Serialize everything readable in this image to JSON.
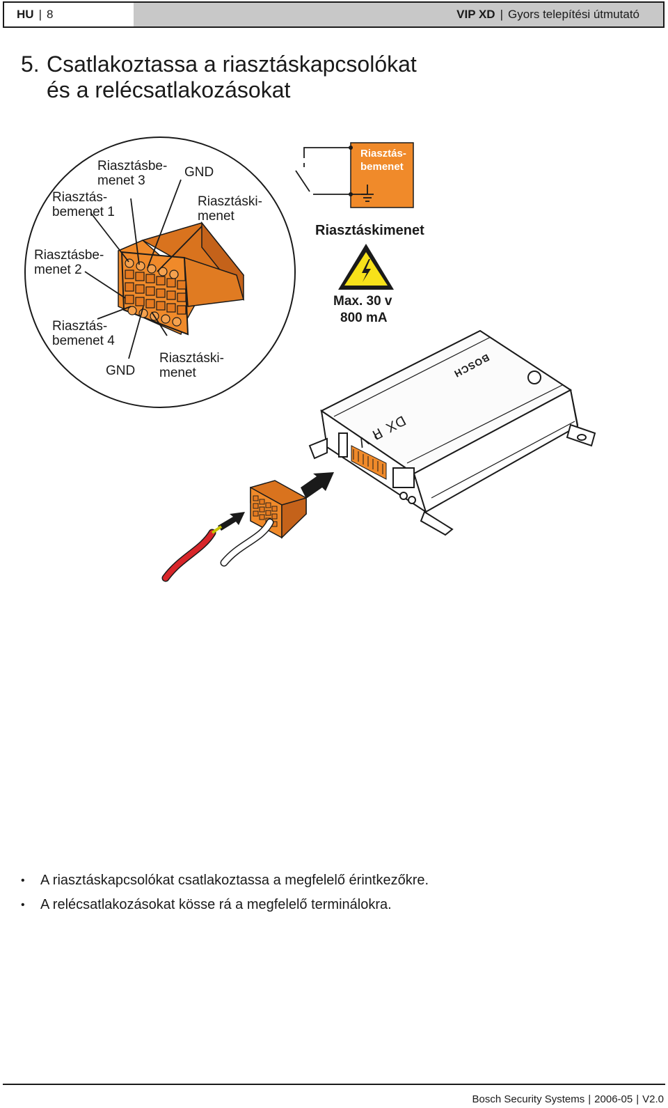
{
  "header": {
    "lang": "HU",
    "page": "8",
    "product": "VIP XD",
    "doc_title": "Gyors telepítési útmutató"
  },
  "section": {
    "number": "5.",
    "title_line1": "Csatlakoztassa a riasztáskapcsolókat",
    "title_line2": "és a relécsatlakozásokat"
  },
  "figure": {
    "labels": {
      "alarm_in_3_a": "Riasztásbe-",
      "alarm_in_3_b": "menet 3",
      "gnd_top": "GND",
      "alarm_in_1_a": "Riasztás-",
      "alarm_in_1_b": "bemenet 1",
      "alarm_out_top_a": "Riasztáski-",
      "alarm_out_top_b": "menet",
      "alarm_in_2_a": "Riasztásbe-",
      "alarm_in_2_b": "menet 2",
      "alarm_in_4_a": "Riasztás-",
      "alarm_in_4_b": "bemenet 4",
      "gnd_bottom": "GND",
      "alarm_out_bottom_a": "Riasztáski-",
      "alarm_out_bottom_b": "menet",
      "box_label_a": "Riasztás-",
      "box_label_b": "bemenet",
      "alarm_output_heading": "Riasztáskimenet",
      "max_voltage": "Max. 30 v",
      "max_current": "800 mA",
      "device_model": "VIP XD",
      "brand": "BOSCH"
    },
    "colors": {
      "orange": "#f08a2a",
      "warning_yellow": "#f7e11a",
      "cable_red": "#d8262a"
    }
  },
  "bullets": [
    "A riasztáskapcsolókat csatlakoztassa a megfelelő érintkezőkre.",
    "A relécsatlakozásokat kösse rá a megfelelő terminálokra."
  ],
  "footer": {
    "company": "Bosch Security Systems",
    "date": "2006-05",
    "version": "V2.0"
  }
}
